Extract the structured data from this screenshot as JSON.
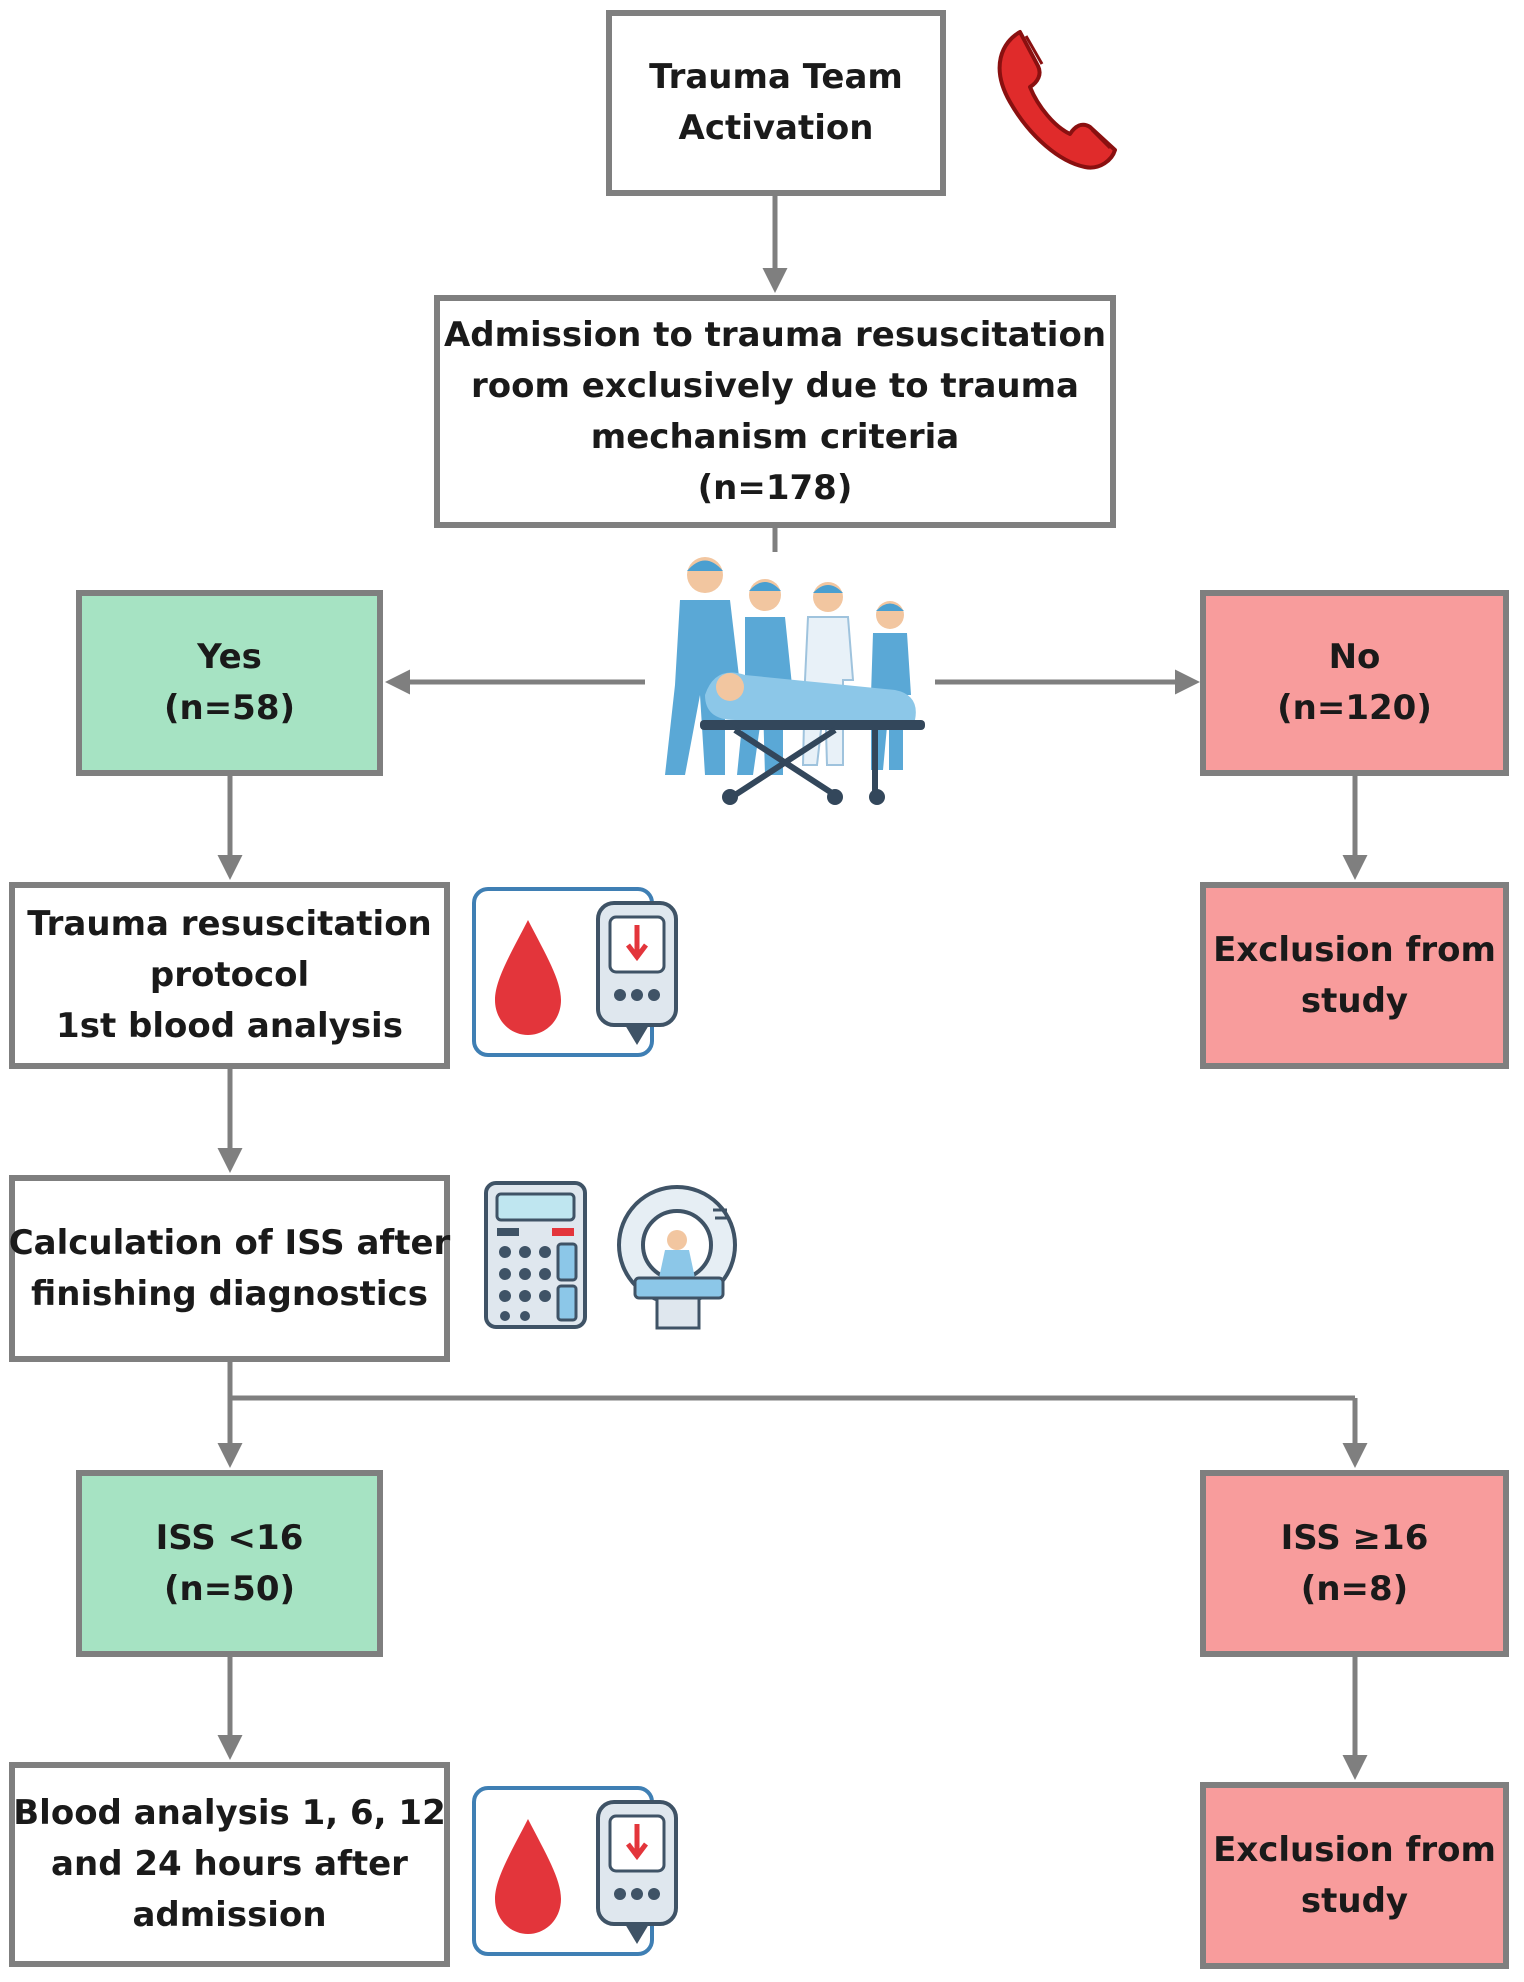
{
  "flowchart": {
    "activation": {
      "lines": [
        "Trauma Team",
        "Activation"
      ]
    },
    "admission": {
      "lines": [
        "Admission to trauma resuscitation",
        "room exclusively due to trauma",
        "mechanism criteria",
        "(n=178)"
      ]
    },
    "yes": {
      "lines": [
        "Yes",
        "(n=58)"
      ]
    },
    "no": {
      "lines": [
        "No",
        "(n=120)"
      ]
    },
    "protocol": {
      "lines": [
        "Trauma resuscitation",
        "protocol",
        "1st blood analysis"
      ]
    },
    "exclusion_1": {
      "lines": [
        "Exclusion from",
        "study"
      ]
    },
    "iss_calc": {
      "lines": [
        "Calculation of ISS after",
        "finishing diagnostics"
      ]
    },
    "iss_low": {
      "lines": [
        "ISS <16",
        "(n=50)"
      ]
    },
    "iss_high": {
      "lines": [
        "ISS ≥16",
        "(n=8)"
      ]
    },
    "blood_series": {
      "lines": [
        "Blood analysis 1, 6, 12",
        "and 24 hours after",
        "admission"
      ]
    },
    "exclusion_2": {
      "lines": [
        "Exclusion from",
        "study"
      ]
    }
  },
  "colors": {
    "border": "#7f7f7f",
    "arrow": "#7f7f7f",
    "green_fill": "#a6e3c3",
    "red_fill": "#f89c9c",
    "phone": "#e02b2b",
    "blood_drop": "#e3353b",
    "scrub_blue": "#5aa8d6"
  },
  "icons": [
    "phone-icon",
    "medical-team-stretcher-icon",
    "blood-drop-glucometer-icon",
    "calculator-icon",
    "ct-scanner-icon"
  ]
}
